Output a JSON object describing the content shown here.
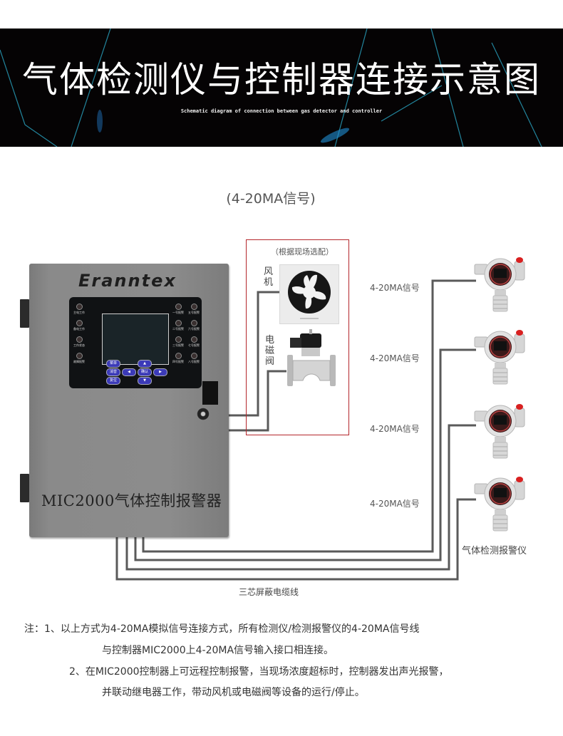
{
  "banner": {
    "title": "气体检测仪与控制器连接示意图",
    "subtitle": "Schematic diagram of connection between gas detector and controller"
  },
  "signal_heading": "(4-20MA信号)",
  "controller": {
    "brand": "Eranntex",
    "model_text": "MIC2000气体控制报警器",
    "left_leds": [
      "主电工作",
      "备电工作",
      "工作状态",
      "故障报警"
    ],
    "right_leds": [
      "一号报警",
      "五号报警",
      "二号报警",
      "六号报警",
      "三号报警",
      "七号报警",
      "四号报警",
      "八号报警"
    ],
    "keys": {
      "menu": "菜单",
      "clear": "消音",
      "reset": "复位",
      "up": "▲",
      "down": "▼",
      "left": "◀",
      "right": "▶",
      "confirm": "确认"
    }
  },
  "optional_devices": {
    "note": "（根据现场选配）",
    "fan_label": "风机",
    "valve_label": "电磁阀"
  },
  "signal_labels": [
    "4-20MA信号",
    "4-20MA信号",
    "4-20MA信号",
    "4-20MA信号"
  ],
  "detector_caption": "气体检测报警仪",
  "cable_caption": "三芯屏蔽电缆线",
  "notes": {
    "line1": "注：1、以上方式为4-20MA模拟信号连接方式，所有检测仪/检测报警仪的4-20MA信号线",
    "line2": "与控制器MIC2000上4-20MA信号输入接口相连接。",
    "line3": "2、在MIC2000控制器上可远程控制报警，当现场浓度超标时，控制器发出声光报警，",
    "line4": "并联动继电器工作，带动风机或电磁阀等设备的运行/停止。"
  },
  "colors": {
    "wire": "#5a5a5a",
    "optional_box_border": "#b4262b",
    "banner_bg": "#050304",
    "banner_accent": "#2bb5d6"
  }
}
